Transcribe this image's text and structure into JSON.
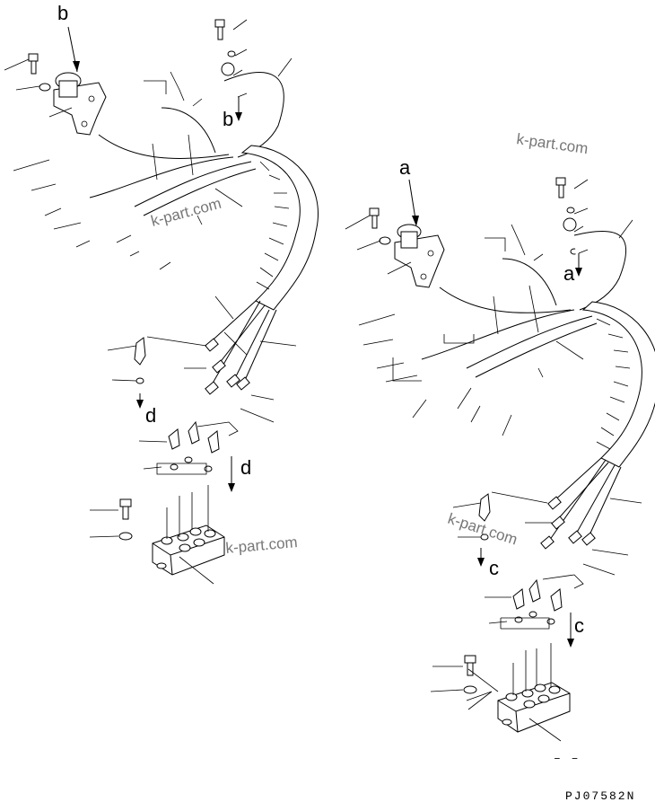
{
  "diagram": {
    "view_left": {
      "callout_top": "b",
      "callout_mid": "b",
      "callout_bottom_1": "d",
      "callout_bottom_2": "d"
    },
    "view_right": {
      "callout_top": "a",
      "callout_mid": "a",
      "callout_bottom_1": "c",
      "callout_bottom_2": "c"
    },
    "watermark": "k-part.com",
    "drawing_code": "PJ07582N",
    "footer_mark": "– –"
  }
}
